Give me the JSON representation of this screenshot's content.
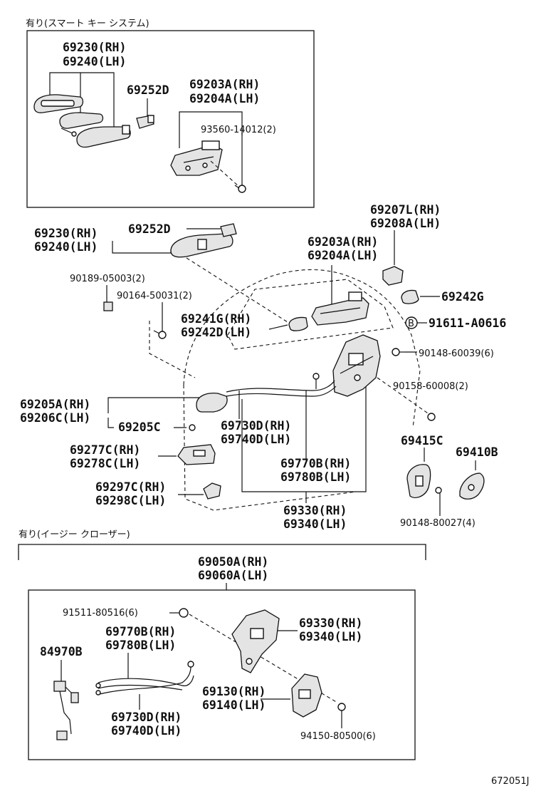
{
  "headers": {
    "smart_key": "有り(スマート キー システム)",
    "easy_closer": "有り(イージー クローザー)"
  },
  "labels": {
    "s1_69230": "69230(RH)",
    "s1_69240": "69240(LH)",
    "s1_69252D": "69252D",
    "s1_69203A": "69203A(RH)",
    "s1_69204A": "69204A(LH)",
    "s1_93560": "93560-14012(2)",
    "m_69207L": "69207L(RH)",
    "m_69208A": "69208A(LH)",
    "m_69230": "69230(RH)",
    "m_69240": "69240(LH)",
    "m_69252D": "69252D",
    "m_69203A": "69203A(RH)",
    "m_69204A": "69204A(LH)",
    "m_90189": "90189-05003(2)",
    "m_90164": "90164-50031(2)",
    "m_69242G": "69242G",
    "m_69241G": "69241G(RH)",
    "m_69242D": "69242D(LH)",
    "m_b_marker": "B",
    "m_91611": "91611-A0616",
    "m_90148_60039": "90148-60039(6)",
    "m_90158": "90158-60008(2)",
    "m_69205A": "69205A(RH)",
    "m_69206C": "69206C(LH)",
    "m_69205C": "69205C",
    "m_69730D": "69730D(RH)",
    "m_69740D": "69740D(LH)",
    "m_69415C": "69415C",
    "m_69410B": "69410B",
    "m_69277C": "69277C(RH)",
    "m_69278C": "69278C(LH)",
    "m_69770B": "69770B(RH)",
    "m_69780B": "69780B(LH)",
    "m_69297C": "69297C(RH)",
    "m_69298C": "69298C(LH)",
    "m_90148_80027": "90148-80027(4)",
    "m_69330": "69330(RH)",
    "m_69340": "69340(LH)",
    "e_69050A": "69050A(RH)",
    "e_69060A": "69060A(LH)",
    "e_91511": "91511-80516(6)",
    "e_69330": "69330(RH)",
    "e_69340": "69340(LH)",
    "e_69770B": "69770B(RH)",
    "e_69780B": "69780B(LH)",
    "e_84970B": "84970B",
    "e_69130": "69130(RH)",
    "e_69140": "69140(LH)",
    "e_69730D": "69730D(RH)",
    "e_69740D": "69740D(LH)",
    "e_94150": "94150-80500(6)"
  },
  "footer": {
    "diagram_code": "672051J"
  }
}
